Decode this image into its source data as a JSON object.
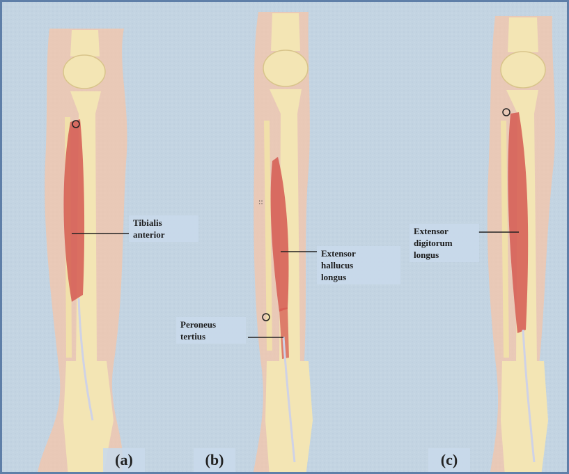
{
  "labels": {
    "tibialis_anterior": [
      "Tibialis",
      "anterior"
    ],
    "extensor_hallucis_longus": [
      "Extensor",
      "hallucus",
      "longus"
    ],
    "peroneus_tertius": [
      "Peroneus",
      "tertius"
    ],
    "extensor_digitorum_longus": [
      "Extensor",
      "digitorum",
      "longus"
    ]
  },
  "panels": [
    "(a)",
    "(b)",
    "(c)"
  ],
  "colors": {
    "background": "#c3d4e2",
    "frame": "#5f7fa8",
    "leg": "#f2c5ad",
    "bone": "#f3e5b4",
    "muscle": "#d55a52",
    "tendon": "#cfd2e6",
    "leader": "#222222"
  }
}
